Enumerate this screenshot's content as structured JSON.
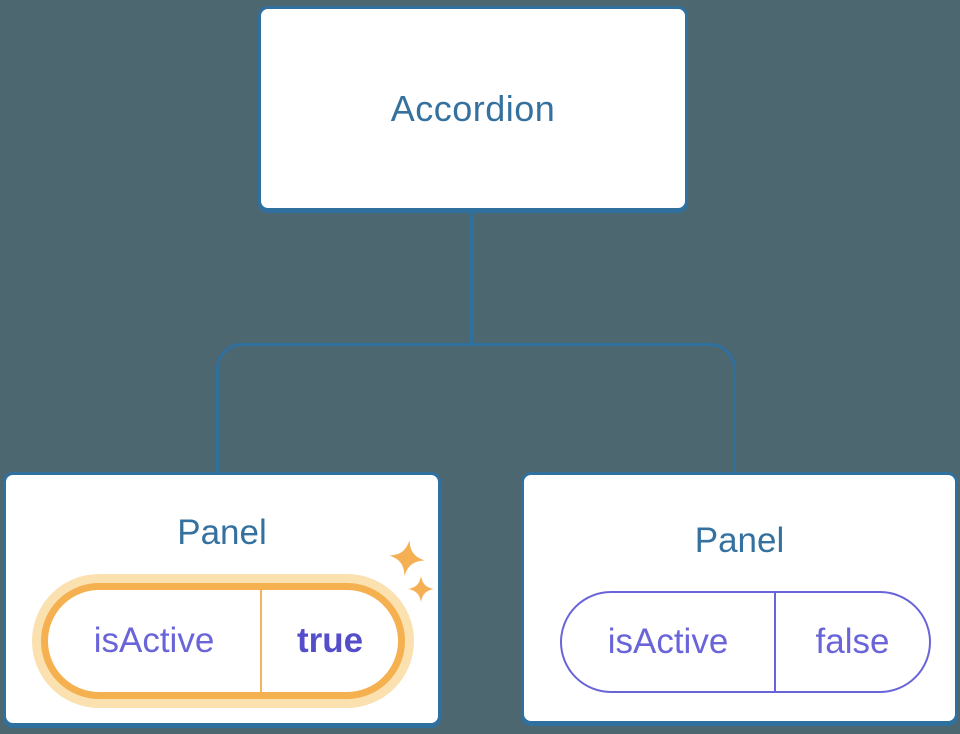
{
  "diagram": {
    "root": {
      "label": "Accordion"
    },
    "panels": [
      {
        "title": "Panel",
        "state": {
          "name": "isActive",
          "value": "true"
        },
        "highlighted": true,
        "icon": "sparkles-icon"
      },
      {
        "title": "Panel",
        "state": {
          "name": "isActive",
          "value": "false"
        },
        "highlighted": false
      }
    ],
    "colors": {
      "background": "#4D6770",
      "node_border_blue": "#2F709F",
      "node_label_blue": "#35719E",
      "state_purple": "#6A64D9",
      "active_value_purple": "#554ECB",
      "highlight_orange": "#F5B04F",
      "highlight_glow_orange": "#FBE0B0",
      "sparkle_orange": "#F5B054"
    }
  }
}
